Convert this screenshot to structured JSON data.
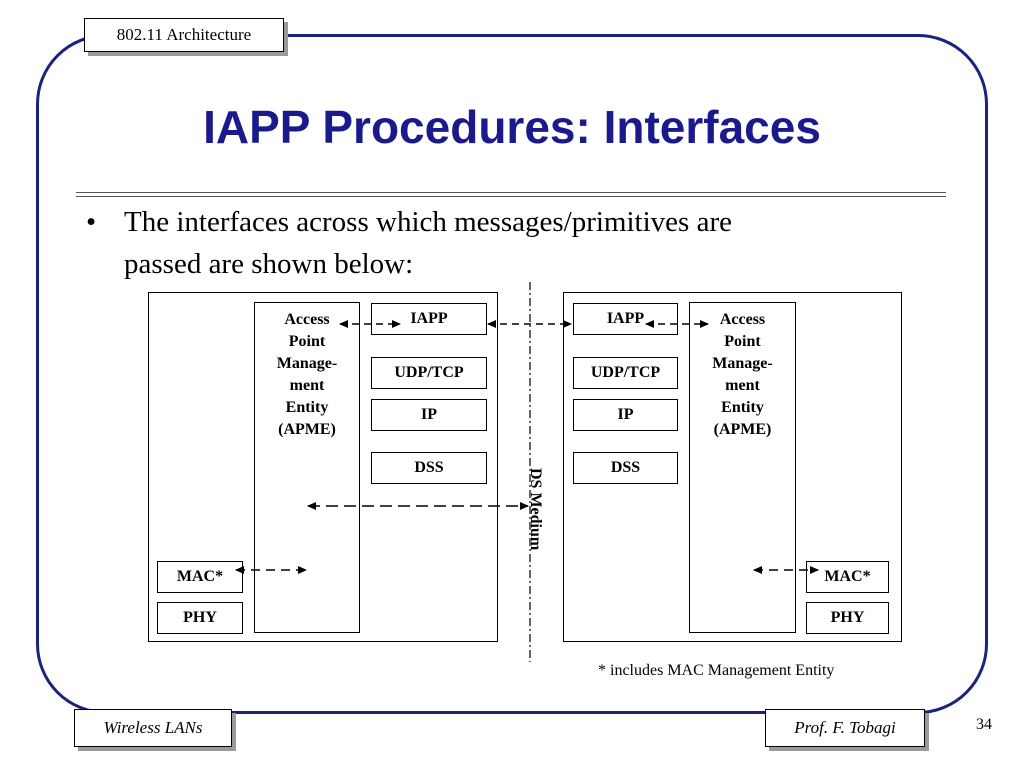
{
  "header": {
    "section_tag": "802.11 Architecture"
  },
  "title": "IAPP Procedures: Interfaces",
  "bullet": {
    "line1": "The interfaces across which messages/primitives are",
    "line2": "passed are shown below:"
  },
  "diagram": {
    "left": {
      "apme_lines": [
        "Access",
        "Point",
        "Manage-",
        "ment",
        "Entity",
        "(APME)"
      ],
      "stack": [
        "IAPP",
        "UDP/TCP",
        "IP",
        "DSS"
      ],
      "mac": "MAC*",
      "phy": "PHY"
    },
    "right": {
      "apme_lines": [
        "Access",
        "Point",
        "Manage-",
        "ment",
        "Entity",
        "(APME)"
      ],
      "stack": [
        "IAPP",
        "UDP/TCP",
        "IP",
        "DSS"
      ],
      "mac": "MAC*",
      "phy": "PHY"
    },
    "medium_label": "DS Medium",
    "footnote": "* includes MAC Management Entity"
  },
  "footer": {
    "left": "Wireless LANs",
    "right": "Prof. F. Tobagi",
    "page_number": "34"
  },
  "colors": {
    "title": "#1a1a8c",
    "frame": "#1a237e",
    "shadow": "#9a9a9a"
  }
}
